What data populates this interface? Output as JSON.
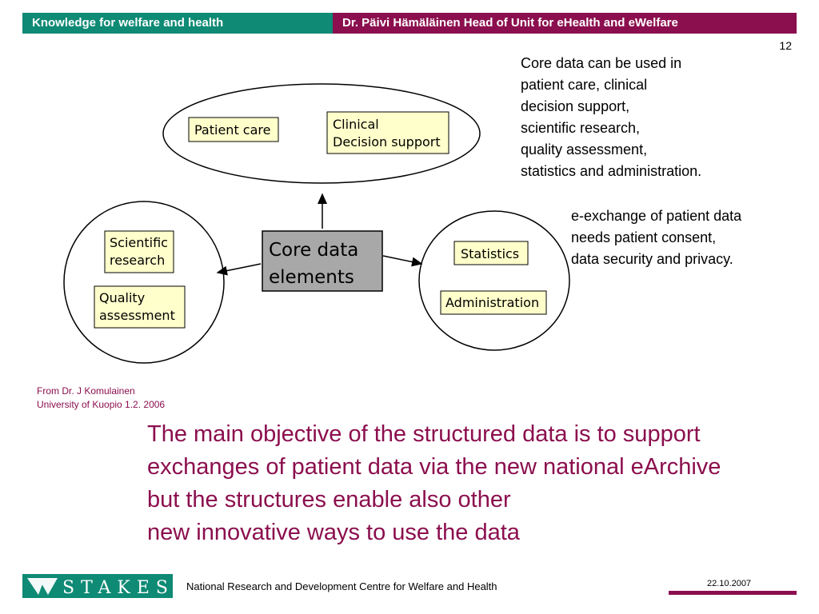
{
  "header": {
    "left_title": "Knowledge for welfare and health",
    "right_title": "Dr. Päivi Hämäläinen Head of Unit for eHealth and eWelfare"
  },
  "slide_number": "12",
  "text_block_1": [
    "Core data can be used in",
    "patient care, clinical",
    "decision support,",
    "scientific research,",
    "quality assessment,",
    "statistics and administration."
  ],
  "text_block_2": [
    "e-exchange of patient data",
    "needs patient consent,",
    "data security and privacy."
  ],
  "diagram": {
    "center_lines": [
      "Core data",
      "elements"
    ],
    "top_boxes": [
      "Patient care",
      "Clinical|Decision support"
    ],
    "left_boxes": [
      "Scientific|research",
      "Quality|assessment"
    ],
    "right_boxes": [
      "Statistics",
      "Administration"
    ],
    "colors": {
      "box_fill": "#ffffcc",
      "center_fill": "#a8a8a8",
      "stroke": "#000000"
    }
  },
  "credit": [
    "From Dr. J Komulainen",
    "University of Kuopio 1.2. 2006"
  ],
  "main_text": [
    "The main objective of the structured data is to support",
    "exchanges of  patient data via the new national eArchive",
    "but the structures enable also other",
    "new innovative ways to use the data"
  ],
  "footer": {
    "logo_text": "STAKES",
    "org_name": "National Research and Development Centre for Welfare and Health",
    "date": "22.10.2007"
  },
  "colors": {
    "teal": "#0e8a75",
    "maroon": "#8b0f4e"
  }
}
